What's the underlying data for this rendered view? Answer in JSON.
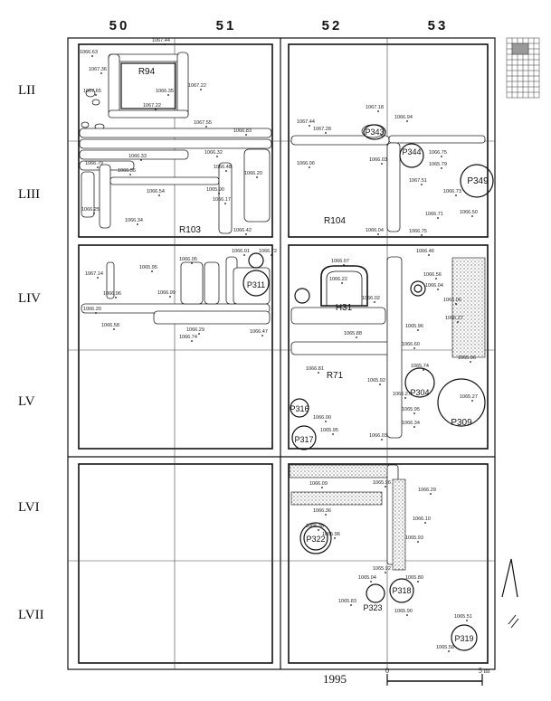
{
  "columns": [
    "50",
    "51",
    "52",
    "53"
  ],
  "rows": [
    "LII",
    "LIII",
    "LIV",
    "LV",
    "LVI",
    "LVII"
  ],
  "features": [
    {
      "id": "R94",
      "kind": "room"
    },
    {
      "id": "R103",
      "kind": "room"
    },
    {
      "id": "R104",
      "kind": "room"
    },
    {
      "id": "R71",
      "kind": "room"
    },
    {
      "id": "P343",
      "kind": "pit"
    },
    {
      "id": "P344",
      "kind": "pit"
    },
    {
      "id": "P349",
      "kind": "pit"
    },
    {
      "id": "P311",
      "kind": "pit"
    },
    {
      "id": "H31",
      "kind": "hearth"
    },
    {
      "id": "P304",
      "kind": "pit"
    },
    {
      "id": "P309",
      "kind": "pit"
    },
    {
      "id": "P316",
      "kind": "pit"
    },
    {
      "id": "P317",
      "kind": "pit"
    },
    {
      "id": "P322",
      "kind": "pit"
    },
    {
      "id": "P318",
      "kind": "pit"
    },
    {
      "id": "P323",
      "kind": "pit"
    },
    {
      "id": "P319",
      "kind": "pit"
    }
  ],
  "elevations": [
    "1067.44",
    "1066.63",
    "1067.36",
    "1067.65",
    "1066.35",
    "1067.22",
    "1067.22",
    "1067.55",
    "1066.83",
    "1066.79",
    "1066.33",
    "1066.56",
    "1066.32",
    "1066.48",
    "1066.54",
    "1066.20",
    "1066.25",
    "1066.34",
    "1065.90",
    "1066.17",
    "1066.42",
    "1067.18",
    "1066.94",
    "1067.44",
    "1067.28",
    "1066.06",
    "1066.03",
    "1066.75",
    "1065.79",
    "1067.51",
    "1066.73",
    "1066.50",
    "1066.71",
    "1066.04",
    "1066.75",
    "1066.01",
    "1066.72",
    "1066.05",
    "1067.14",
    "1065.95",
    "1066.96",
    "1066.99",
    "1066.20",
    "1066.58",
    "1066.29",
    "1066.74",
    "1066.47",
    "1066.07",
    "1066.22",
    "1066.02",
    "1066.46",
    "1066.56",
    "1066.04",
    "1066.06",
    "1065.96",
    "1066.27",
    "1065.88",
    "1066.60",
    "1065.96",
    "1066.81",
    "1065.74",
    "1065.92",
    "1066.27",
    "1065.27",
    "1065.95",
    "1066.34",
    "1066.00",
    "1065.95",
    "1066.03",
    "1066.09",
    "1065.96",
    "1066.29",
    "1066.36",
    "1066.10",
    "1065.36",
    "1065.96",
    "1065.93",
    "1065.92",
    "1065.04",
    "1065.80",
    "1065.83",
    "1065.90",
    "1065.51",
    "1065.58"
  ],
  "year": "1995",
  "scale": {
    "start": "0",
    "end": "5 m"
  }
}
